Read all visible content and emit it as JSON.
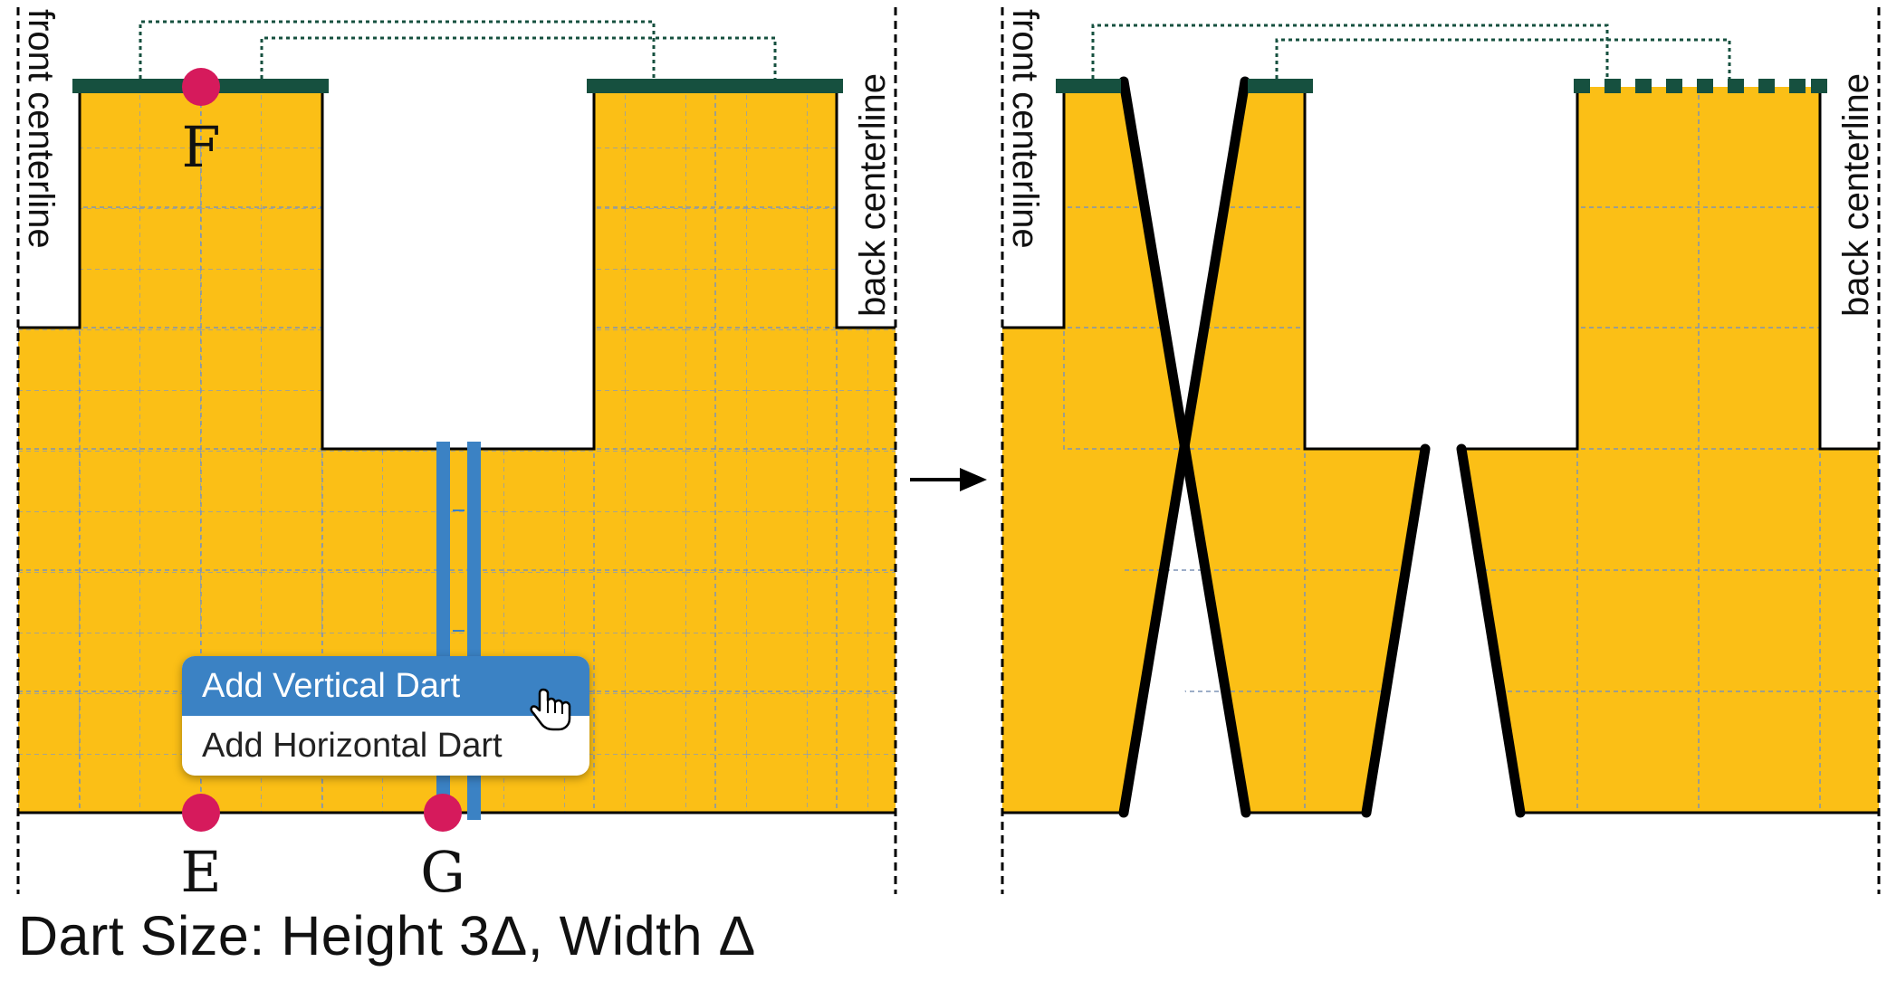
{
  "labels": {
    "front_left": "front centerline",
    "back_left": "back centerline",
    "front_right": "front centerline",
    "back_right": "back centerline",
    "point_f": "F",
    "point_e": "E",
    "point_g": "G"
  },
  "menu": {
    "items": [
      {
        "label": "Add Vertical Dart",
        "state": "highlighted"
      },
      {
        "label": "Add Horizontal Dart",
        "state": "normal"
      }
    ]
  },
  "caption": "Dart Size: Height 3Δ, Width Δ",
  "colors": {
    "fabric": "#fbbf16",
    "outline": "#000000",
    "grid": "#8a9bb8",
    "seam": "#16503f",
    "dart": "#3b82c4",
    "point": "#d61a5c",
    "menu_highlight": "#3b82c4"
  },
  "icons": [
    "arrow-right-icon",
    "pointer-hand-icon"
  ]
}
